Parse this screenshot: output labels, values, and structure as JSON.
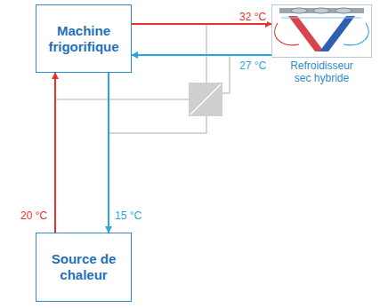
{
  "diagram": {
    "nodes": [
      {
        "text": [
          "Machine frigorifique"
        ]
      },
      {
        "text": [
          "Source de chaleur"
        ]
      },
      {
        "text": [
          "Refroidisseur sec hybride"
        ]
      }
    ],
    "edges": [
      {
        "from": 0,
        "to": 2,
        "arrow": "to",
        "label": "32 °C"
      },
      {
        "from": 2,
        "to": 0,
        "arrow": "to",
        "label": "27 °C"
      },
      {
        "from": 1,
        "to": 0,
        "arrow": "to",
        "label": "20 °C"
      },
      {
        "from": 0,
        "to": 1,
        "arrow": "to",
        "label": "15 °C"
      }
    ]
  }
}
